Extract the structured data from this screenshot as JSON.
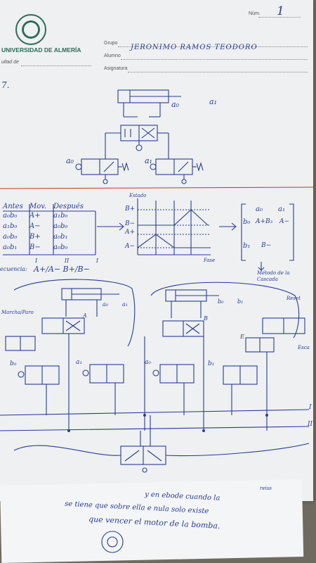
{
  "header": {
    "university": "UNIVERSIDAD DE ALMERÍA",
    "faculty_label": "ultad de",
    "group_label": "Grupo",
    "student_label": "Alumno",
    "subject_label": "Asignatura",
    "num_label": "Núm.",
    "page_number": "1",
    "student_name": "JERONIMO RAMOS TEODORO",
    "exercise": "7."
  },
  "top_circuit": {
    "a0": "a₀",
    "a1": "a₁",
    "valve_a0": "a₀",
    "valve_a1": "a₁"
  },
  "sequence_table": {
    "headers": [
      "Antes",
      "Mov.",
      "Después"
    ],
    "rows": [
      [
        "a₀b₀",
        "A+",
        "a₁b₀"
      ],
      [
        "a₁b₀",
        "A−",
        "a₀b₀"
      ],
      [
        "a₀b₀",
        "B+",
        "a₀b₁"
      ],
      [
        "a₀b₁",
        "B−",
        "a₀b₀"
      ]
    ]
  },
  "phase_diagram": {
    "y_label": "Estado",
    "x_label": "Fase",
    "levels": [
      "B+",
      "B−",
      "A+",
      "A−"
    ]
  },
  "cascade": {
    "col_a0": "a₀",
    "col_a1": "a₁",
    "row_b0": "b₀",
    "row_b1": "b₁",
    "cell_b0_a0": "A+B₃",
    "cell_b0_a1": "A−",
    "cell_b1_a0": "B−",
    "caption": "Método de la Cascada"
  },
  "groups_line": {
    "prefix": "ecuencia:",
    "text": "A+/A−  B+/B−",
    "marks": [
      "I",
      "II",
      "I"
    ]
  },
  "big_circuit": {
    "a0": "a₀",
    "a1": "a₁",
    "b0": "b₀",
    "b1": "b₁",
    "left_note": "Marcha/Paro",
    "a_label": "A",
    "b_label": "B",
    "right_note": "Reset",
    "e_label": "E",
    "esc_label": "Esca",
    "valves_bottom": [
      "b₀",
      "a₁",
      "a₀",
      "b₁"
    ],
    "line_I": "I",
    "line_II": "II"
  },
  "bottom_note": {
    "line1": "y en ebode  cuando la",
    "line2": "se tiene que sobre ella e nula solo existe",
    "line3": "que vencer el motor de la bomba.",
    "corner": "reiss"
  }
}
